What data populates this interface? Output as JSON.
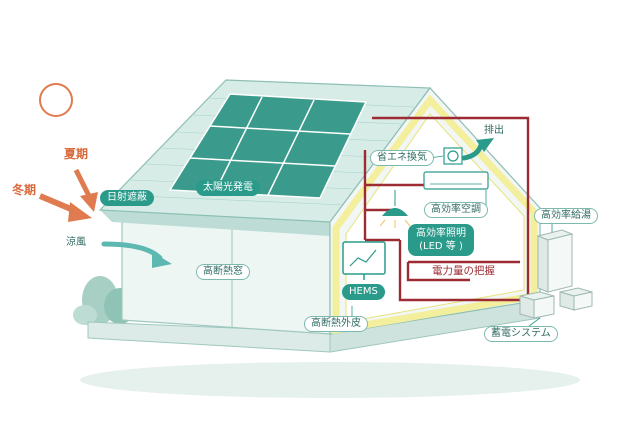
{
  "labels": {
    "summer": "夏期",
    "winter": "冬期",
    "solar_shading": "日射遮蔽",
    "solar_power": "太陽光発電",
    "cool_breeze": "涼風",
    "insulated_window": "高断熱窓",
    "exhaust": "排出",
    "energy_saving_ventilation": "省エネ換気",
    "high_efficiency_ac": "高効率空調",
    "high_efficiency_water_heater": "高効率給湯",
    "high_efficiency_lighting": "高効率照明",
    "led_note": "(LED 等 )",
    "power_monitoring": "電力量の把握",
    "hems": "HEMS",
    "insulated_exterior_wall": "高断熱外皮",
    "storage_system": "蓄電システム"
  },
  "colors": {
    "teal": "#2a9a8a",
    "roof": "#d8ece7",
    "wall_frame": "#f3ef9c",
    "wiring": "#9c2b34",
    "sun": "#e07a4f"
  }
}
